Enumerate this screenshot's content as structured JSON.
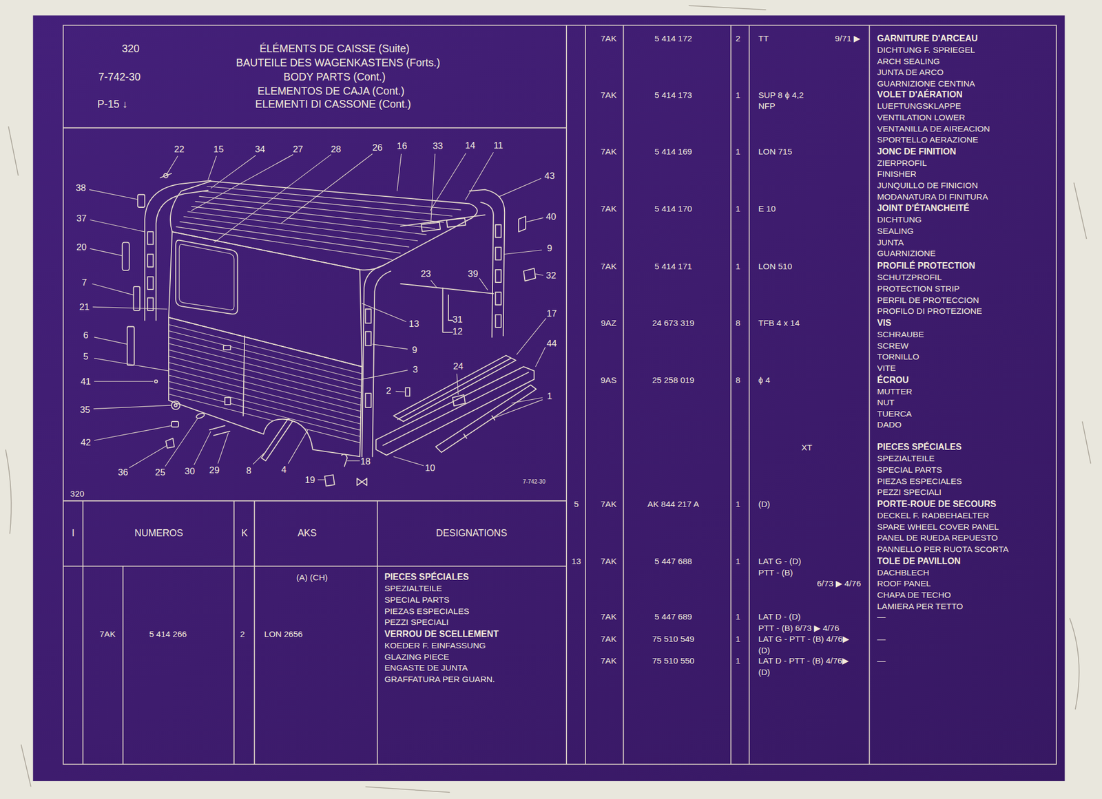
{
  "diagram": {
    "nodes": [
      {
        "text": [
          "320",
          "7-742-30",
          "P-15 ↓",
          "ÉLÉMENTS DE CAISSE (Suite)",
          "BAUTEILE DES WAGENKASTENS (Forts.)",
          "BODY PARTS (Cont.)",
          "ELEMENTOS DE CAJA (Cont.)",
          "ELEMENTI DI CASSONE (Cont.)"
        ]
      }
    ],
    "labels": [
      "I",
      "NUMEROS",
      "K",
      "AKS",
      "DESIGNATIONS",
      "(A) (CH)",
      "PIECES SPÉCIALES",
      "SPEZIALTEILE",
      "SPECIAL PARTS",
      "PIEZAS ESPECIALES",
      "PEZZI SPECIALI",
      "7AK",
      "5 414 266",
      "2",
      "LON 2656",
      "VERROU DE SCELLEMENT",
      "KOEDER F. EINFASSUNG",
      "GLAZING PIECE",
      "ENGASTE DE JUNTA",
      "GRAFFATURA PER GUARN.",
      "320",
      "7-742-30",
      "22",
      "15",
      "34",
      "27",
      "28",
      "26",
      "16",
      "33",
      "14",
      "11",
      "38",
      "43",
      "37",
      "40",
      "20",
      "9",
      "23",
      "39",
      "32",
      "7",
      "21",
      "31",
      "13",
      "12",
      "17",
      "6",
      "9",
      "44",
      "5",
      "3",
      "24",
      "41",
      "2",
      "1",
      "35",
      "42",
      "36",
      "25",
      "30",
      "29",
      "8",
      "4",
      "18",
      "10",
      "19",
      "7AK",
      "5 414 172",
      "2",
      "TT",
      "9/71 ▶",
      "GARNITURE D'ARCEAU",
      "DICHTUNG F. SPRIEGEL",
      "ARCH SEALING",
      "JUNTA DE ARCO",
      "GUARNIZIONE CENTINA",
      "7AK",
      "5 414 173",
      "1",
      "SUP 8 ϕ 4,2",
      "NFP",
      "VOLET D'AÉRATION",
      "LUEFTUNGSKLAPPE",
      "VENTILATION LOWER",
      "VENTANILLA DE AIREACION",
      "SPORTELLO AERAZIONE",
      "7AK",
      "5 414 169",
      "1",
      "LON 715",
      "JONC DE FINITION",
      "ZIERPROFIL",
      "FINISHER",
      "JUNQUILLO DE FINICION",
      "MODANATURA DI FINITURA",
      "7AK",
      "5 414 170",
      "1",
      "E 10",
      "JOINT D'ÉTANCHEITÉ",
      "DICHTUNG",
      "SEALING",
      "JUNTA",
      "GUARNIZIONE",
      "7AK",
      "5 414 171",
      "1",
      "LON 510",
      "PROFILÉ PROTECTION",
      "SCHUTZPROFIL",
      "PROTECTION STRIP",
      "PERFIL DE PROTECCION",
      "PROFILO DI PROTEZIONE",
      "9AZ",
      "24 673 319",
      "8",
      "TFB 4 x 14",
      "VIS",
      "SCHRAUBE",
      "SCREW",
      "TORNILLO",
      "VITE",
      "9AS",
      "25 258 019",
      "8",
      "ϕ 4",
      "ÉCROU",
      "MUTTER",
      "NUT",
      "TUERCA",
      "DADO",
      "XT",
      "PIECES SPÉCIALES",
      "SPEZIALTEILE",
      "SPECIAL PARTS",
      "PIEZAS ESPECIALES",
      "PEZZI SPECIALI",
      "5",
      "7AK",
      "AK 844 217 A",
      "1",
      "(D)",
      "PORTE-ROUE DE SECOURS",
      "DECKEL F. RADBEHAELTER",
      "SPARE WHEEL COVER PANEL",
      "PANEL DE RUEDA REPUESTO",
      "PANNELLO PER RUOTA SCORTA",
      "13",
      "7AK",
      "5 447 688",
      "1",
      "LAT G - (D)",
      "PTT - (B)",
      "6/73 ▶ 4/76",
      "TOLE DE PAVILLON",
      "DACHBLECH",
      "ROOF PANEL",
      "CHAPA DE TECHO",
      "LAMIERA PER TETTO",
      "7AK",
      "5 447 689",
      "1",
      "LAT D - (D)",
      "PTT - (B) 6/73 ▶ 4/76",
      "—",
      "7AK",
      "75 510 549",
      "1",
      "LAT G - PTT - (B) 4/76▶",
      "(D)",
      "—",
      "7AK",
      "75 510 550",
      "1",
      "LAT D - PTT - (B) 4/76▶",
      "(D)",
      "—"
    ]
  }
}
